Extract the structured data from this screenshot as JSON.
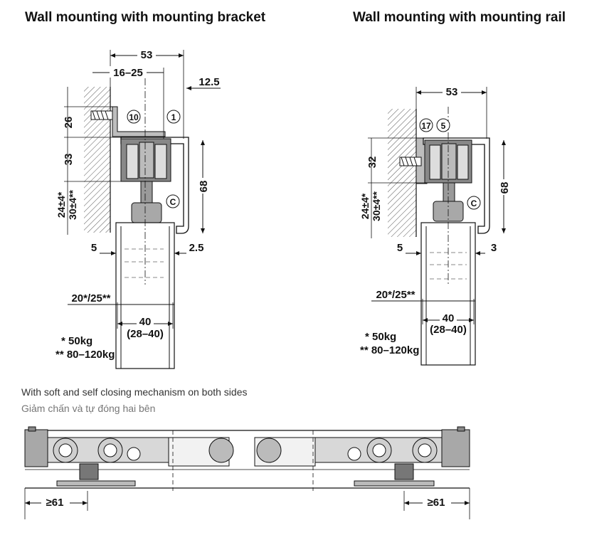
{
  "titles": {
    "left": "Wall mounting with mounting bracket",
    "right": "Wall mounting with mounting rail"
  },
  "left_dims": {
    "d53": "53",
    "d16_25": "16–25",
    "d12_5": "12.5",
    "d26": "26",
    "d33": "33",
    "d24": "24±4*",
    "d30": "30±4**",
    "d68": "68",
    "d5": "5",
    "d2_5": "2.5",
    "d20_25": "20*/25**",
    "d40": "40",
    "d28_40": "(28–40)",
    "callout_a": "10",
    "callout_b": "1",
    "callout_c": "C",
    "load1": "* 50kg",
    "load2": "** 80–120kg"
  },
  "right_dims": {
    "d53": "53",
    "d32": "32",
    "d24": "24±4*",
    "d30": "30±4**",
    "d68": "68",
    "d5": "5",
    "d3": "3",
    "d20_25": "20*/25**",
    "d40": "40",
    "d28_40": "(28–40)",
    "callout_a": "17",
    "callout_b": "5",
    "callout_c": "C",
    "load1": "* 50kg",
    "load2": "** 80–120kg"
  },
  "notes": {
    "en": "With soft and self closing mechanism on both sides",
    "vi": "Giảm chấn và tự đóng hai bên"
  },
  "bottom_dims": {
    "left_min": "≥61",
    "right_min": "≥61"
  },
  "colors": {
    "line": "#1a1a1a",
    "part_gray": "#a8a8a8",
    "part_dark": "#444444",
    "hatch": "#555555",
    "note_en": "#333333",
    "note_vi": "#777777"
  }
}
